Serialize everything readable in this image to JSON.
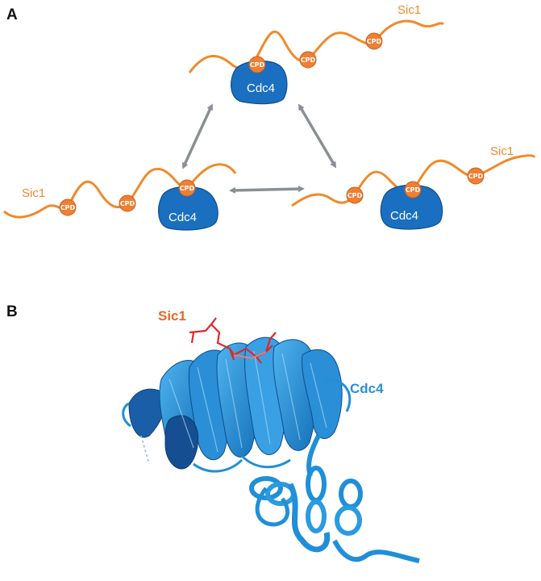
{
  "panels": {
    "a": "A",
    "b": "B"
  },
  "panel_a": {
    "sic1_label": "Sic1",
    "cdc4_label": "Cdc4",
    "cpd_label": "CPD"
  },
  "panel_b": {
    "sic1_label": "Sic1",
    "cdc4_label": "Cdc4"
  },
  "colors": {
    "sic1_chain": "#f08a2a",
    "cpd_site": "#ef7f32",
    "cdc4_blob": "#1a6fc0",
    "arrow": "#8a8f96",
    "cdc4_structure": "#1f8fd8",
    "sic1_peptide": "#e0262a"
  }
}
